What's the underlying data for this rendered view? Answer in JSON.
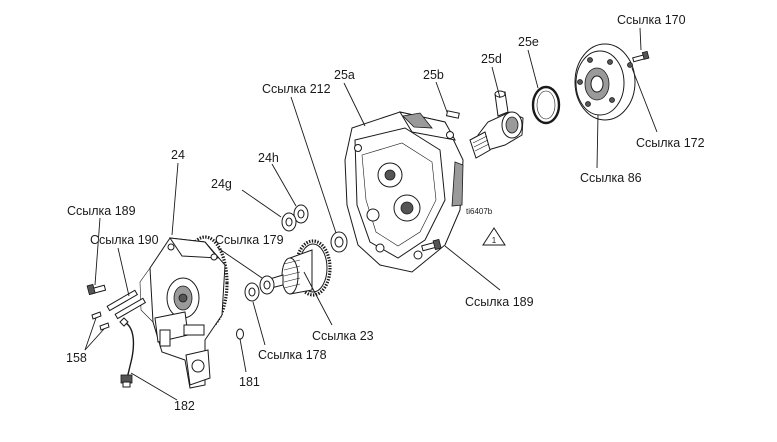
{
  "figure_code": "ti6407b",
  "warning_symbol": "1",
  "labels": {
    "l170": "Ссылка 170",
    "l25e": "25e",
    "l25d": "25d",
    "l25b": "25b",
    "l25a": "25a",
    "l212": "Ссылка 212",
    "l172": "Ссылка 172",
    "l86": "Ссылка 86",
    "l24h": "24h",
    "l24g": "24g",
    "l24": "24",
    "l189a": "Ссылка 189",
    "l190": "Ссылка 190",
    "l179": "Ссылка 179",
    "l189b": "Ссылка 189",
    "l23": "Ссылка 23",
    "l178": "Ссылка 178",
    "l158": "158",
    "l181": "181",
    "l182": "182"
  }
}
